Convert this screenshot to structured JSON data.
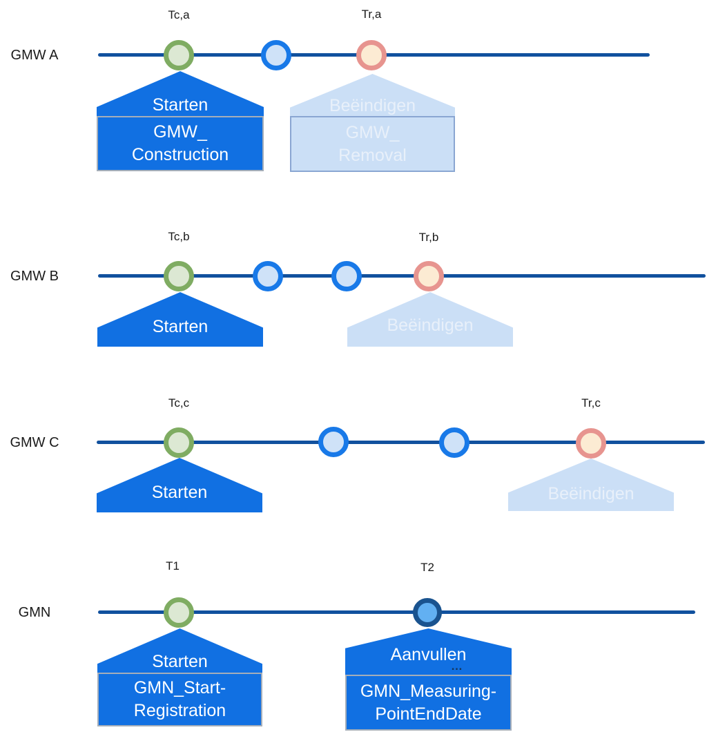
{
  "colors": {
    "timeline": "#11519e",
    "callout-active": "#1170e2",
    "callout-inactive": "#cbdff6",
    "active-box-border": "#a5aeb9",
    "inactive-box-border": "#8aa6d2",
    "text-on-active": "#ffffff",
    "text-on-inactive": "#e8f0fa",
    "label-text": "#1a1a1a",
    "marker-construction-ring": "#7fac62",
    "marker-construction-fill": "#dce8d3",
    "marker-event-ring": "#1879e8",
    "marker-event-fill": "#cfe2f8",
    "marker-removal-ring": "#e7948f",
    "marker-removal-fill": "#fcebd3",
    "marker-supplement-ring": "#1a538f",
    "marker-supplement-fill": "#62b0f2"
  },
  "rows": [
    {
      "label": "GMW A",
      "markers": [
        {
          "kind": "construction",
          "t_label": "Tc,a"
        },
        {
          "kind": "event"
        },
        {
          "kind": "removal",
          "t_label": "Tr,a"
        }
      ],
      "callouts": [
        {
          "state": "active",
          "title": "Starten",
          "box_lines": [
            "GMW_",
            "Construction"
          ]
        },
        {
          "state": "inactive",
          "title": "Beëindigen",
          "box_lines": [
            "GMW_",
            "Removal"
          ]
        }
      ]
    },
    {
      "label": "GMW B",
      "markers": [
        {
          "kind": "construction",
          "t_label": "Tc,b"
        },
        {
          "kind": "event"
        },
        {
          "kind": "event"
        },
        {
          "kind": "removal",
          "t_label": "Tr,b"
        }
      ],
      "callouts": [
        {
          "state": "active",
          "title": "Starten"
        },
        {
          "state": "inactive",
          "title": "Beëindigen"
        }
      ]
    },
    {
      "label": "GMW C",
      "markers": [
        {
          "kind": "construction",
          "t_label": "Tc,c"
        },
        {
          "kind": "event"
        },
        {
          "kind": "event"
        },
        {
          "kind": "removal",
          "t_label": "Tr,c"
        }
      ],
      "callouts": [
        {
          "state": "active",
          "title": "Starten"
        },
        {
          "state": "inactive",
          "title": "Beëindigen"
        }
      ]
    },
    {
      "label": "GMN",
      "markers": [
        {
          "kind": "start",
          "t_label": "T1"
        },
        {
          "kind": "supplement",
          "t_label": "T2"
        }
      ],
      "callouts": [
        {
          "state": "active",
          "title": "Starten",
          "box_lines": [
            "GMN_Start-",
            "Registration"
          ]
        },
        {
          "state": "active",
          "title": "Aanvullen",
          "ellipsis": "…",
          "box_lines": [
            "GMN_Measuring-",
            "PointEndDate"
          ]
        }
      ]
    }
  ]
}
